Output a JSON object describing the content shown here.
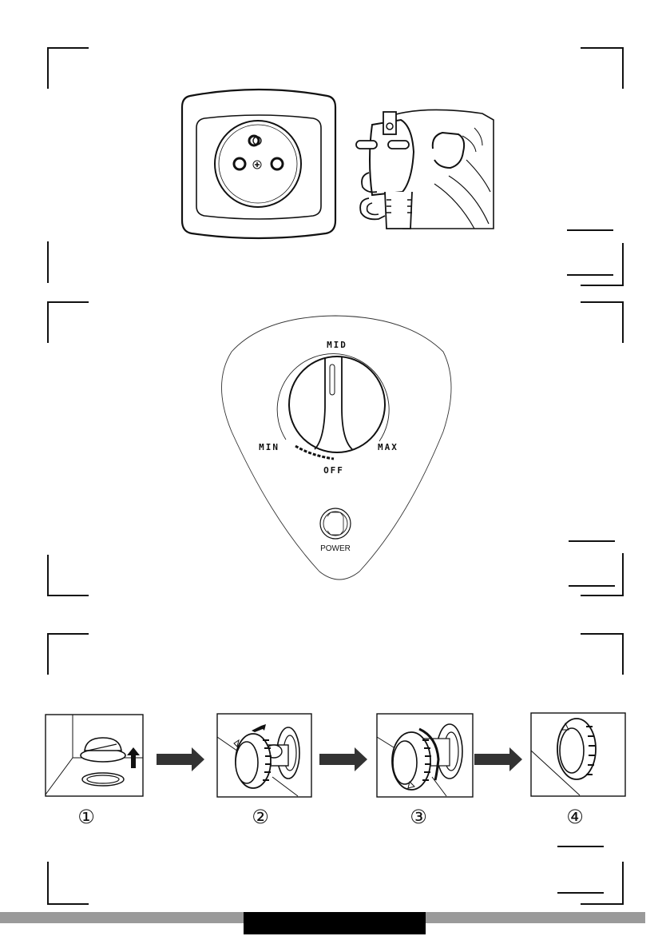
{
  "figures": [
    {
      "id": "socket-and-plug",
      "description": "Wall socket and grounded plug held in hand"
    },
    {
      "id": "control-panel",
      "description": "Thermostat knob and power indicator",
      "knob_labels": {
        "top": "MID",
        "left": "MIN",
        "right": "MAX",
        "bottom": "OFF"
      },
      "power_label": "POWER"
    },
    {
      "id": "cap-replacement-steps",
      "description": "Four-step sequence for removing and fitting the cap",
      "steps": [
        {
          "number": "①"
        },
        {
          "number": "②"
        },
        {
          "number": "③"
        },
        {
          "number": "④"
        }
      ]
    }
  ],
  "colors": {
    "line": "#111111",
    "footer_bar": "#9a9a9a",
    "footer_block": "#000000"
  }
}
